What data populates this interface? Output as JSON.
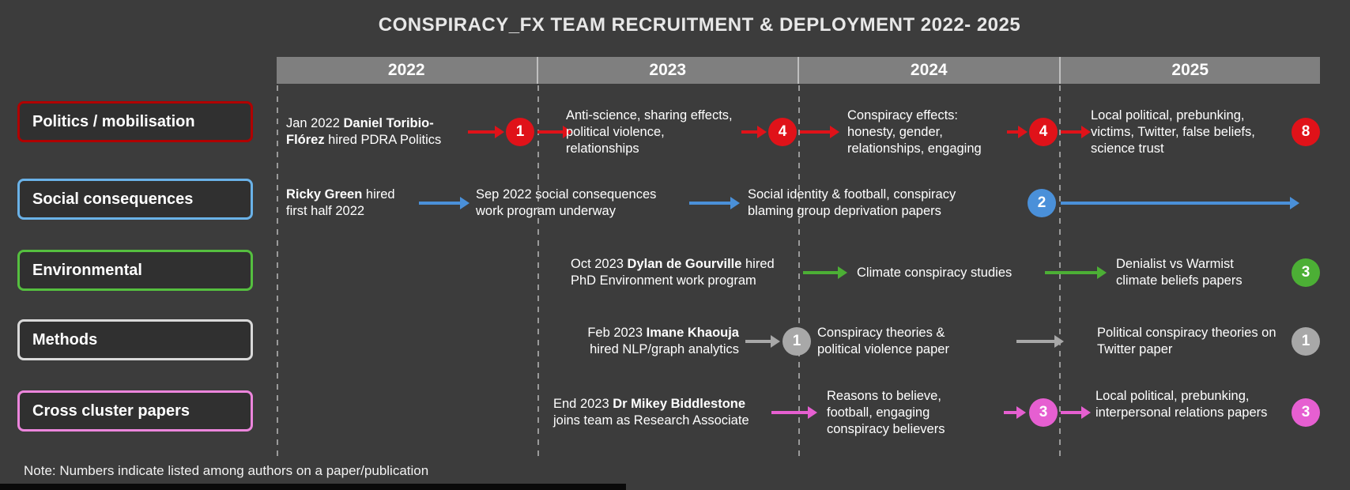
{
  "title": "CONSPIRACY_FX TEAM RECRUITMENT & DEPLOYMENT 2022- 2025",
  "note": "Note: Numbers indicate listed among authors on a paper/publication",
  "years": [
    "2022",
    "2023",
    "2024",
    "2025"
  ],
  "colors": {
    "background": "#3c3c3c",
    "box_fill": "#303030",
    "header_bar": "#7f7f7f",
    "header_gap": "#bfbfbf",
    "dashed_line": "#9a9a9a",
    "text": "#ffffff",
    "title_text": "#e8e8e8",
    "red": "#e01219",
    "red_border": "#b00000",
    "blue": "#4a90d9",
    "blue_border": "#6ab2e8",
    "green": "#4caf35",
    "green_border": "#55bf3f",
    "gray": "#a8a8a8",
    "gray_border": "#d9d9d9",
    "pink": "#e65fd1",
    "pink_border": "#ec85dc"
  },
  "categories": [
    {
      "id": "politics",
      "label": "Politics / mobilisation"
    },
    {
      "id": "social",
      "label": "Social consequences"
    },
    {
      "id": "environmental",
      "label": "Environmental"
    },
    {
      "id": "methods",
      "label": "Methods"
    },
    {
      "id": "cross",
      "label": "Cross cluster papers"
    }
  ],
  "rows": {
    "politics": {
      "t1": {
        "pre": "Jan 2022 ",
        "bold": "Daniel Toribio-Flórez",
        "post": " hired PDRA Politics"
      },
      "c1": "1",
      "t2": "Anti-science, sharing effects, political violence, relationships",
      "c2": "4",
      "t3": "Conspiracy effects: honesty, gender, relationships, engaging",
      "c3": "4",
      "t4": "Local political, prebunking, victims, Twitter, false beliefs, science trust",
      "c4": "8"
    },
    "social": {
      "t1": {
        "pre": "",
        "bold": "Ricky Green",
        "post": " hired first half 2022"
      },
      "t2": "Sep 2022 social consequences work program underway",
      "t3": "Social identity & football, conspiracy blaming group deprivation papers",
      "c1": "2"
    },
    "environmental": {
      "t1": {
        "pre": "Oct 2023 ",
        "bold": "Dylan de Gourville",
        "post": " hired PhD Environment work program"
      },
      "t2": "Climate conspiracy studies",
      "t3": "Denialist vs Warmist climate beliefs papers",
      "c1": "3"
    },
    "methods": {
      "t1": {
        "pre": "Feb 2023 ",
        "bold": "Imane Khaouja",
        "post": " hired NLP/graph analytics"
      },
      "c1": "1",
      "t2": "Conspiracy theories & political violence paper",
      "t3": "Political conspiracy theories on Twitter paper",
      "c2": "1"
    },
    "cross": {
      "t1": {
        "pre": "End 2023 ",
        "bold": "Dr Mikey Biddlestone",
        "post": " joins team as Research Associate"
      },
      "t2": "Reasons to believe, football, engaging conspiracy believers",
      "c1": "3",
      "t3": "Local political, prebunking, interpersonal relations papers",
      "c2": "3"
    }
  }
}
